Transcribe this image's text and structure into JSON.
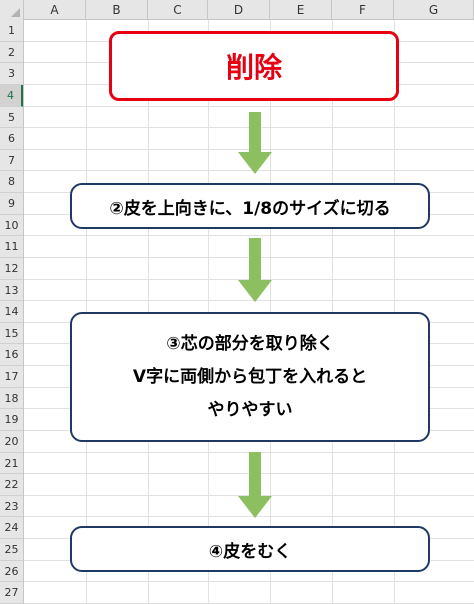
{
  "spreadsheet": {
    "columns": [
      "A",
      "B",
      "C",
      "D",
      "E",
      "F",
      "G"
    ],
    "rows": [
      "1",
      "2",
      "3",
      "4",
      "5",
      "6",
      "7",
      "8",
      "9",
      "10",
      "11",
      "12",
      "13",
      "14",
      "15",
      "16",
      "17",
      "18",
      "19",
      "20",
      "21",
      "22",
      "23",
      "24",
      "25",
      "26",
      "27"
    ],
    "active_row": "4"
  },
  "colors": {
    "title_border": "#e60012",
    "step_border": "#1f3864",
    "arrow": "#8cbf5f",
    "selection": "#217346"
  },
  "flow": {
    "title": "削除",
    "step2": "②皮を上向きに、1/8のサイズに切る",
    "step3_lines": [
      "③芯の部分を取り除く",
      "V字に両側から包丁を入れると",
      "やりやすい"
    ],
    "step4": "④皮をむく"
  }
}
